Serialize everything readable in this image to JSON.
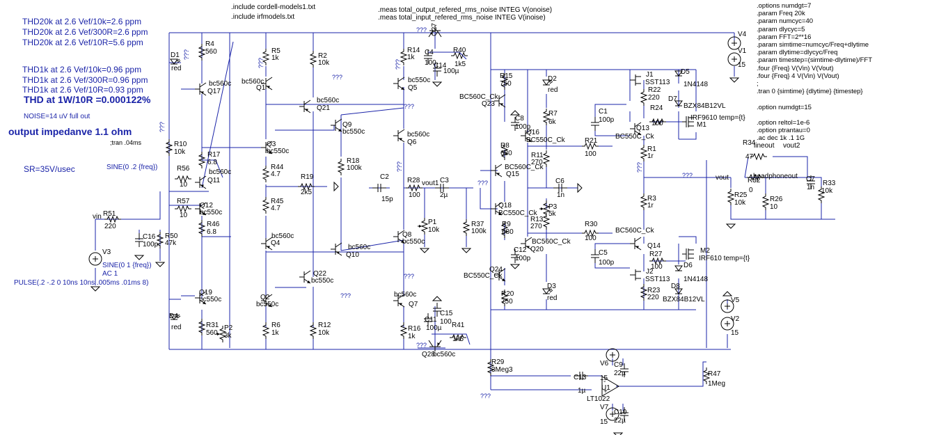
{
  "annotations": {
    "thd20k": [
      "THD20k at 2.6 Vef/10k=2.6 ppm",
      "THD20k at 2.6 Vef/300R=2.6 ppm",
      "THD20k at 2.6 Vef/10R=5.6 ppm"
    ],
    "thd1k": [
      "THD1k at 2.6 Vef/10k=0.96 ppm",
      "THD1k at 2.6 Vef/300R=0.96 ppm",
      "THD1k at 2.6 Vef/10R=0.93 ppm"
    ],
    "thd_main": "THD at 1W/10R =0.000122%",
    "noise": "NOISE=14 uV full out",
    "impedance": "output impedanve 1.1 ohm",
    "tran_comment": ";tran .04ms",
    "slew": "SR=35V/usec",
    "sine_small": "SINE(0 .2 {freq})",
    "v3_sine": "SINE(0 1 {freq})",
    "v3_ac": "AC 1",
    "v3_pulse": "PULSE(.2 -.2 0 10ns 10ns .005ms .01ms 8)"
  },
  "directives": {
    "include1": ".include cordell-models1.txt",
    "include2": ".include irfmodels.txt",
    "meas1": ".meas total_output_refered_rms_noise INTEG V(onoise)",
    "meas2": ".meas total_input_refered_rms_noise INTEG V(inoise)",
    "options": [
      ".options numdgt=7",
      ".param Freq 20k",
      ".param numcyc=40",
      ".param dlycyc=5",
      ".param FFT=2**16",
      ".param simtime=numcyc/Freq+dlytime",
      ".param dlytime=dlycyc/Freq",
      ".param timestep=(simtime-dlytime)/FFT",
      ".four {Freq} V(Vin) V(Vout)",
      ".four {Freq} 4 V(Vin) V(Vout)",
      ";",
      ".tran 0 {simtime} {dlytime} {timestep}",
      "",
      ".option numdgt=15",
      "",
      ".option reltol=1e-6",
      ".option ptrantau=0",
      ".ac dec 1k .1 1G"
    ]
  },
  "labels": [
    [
      "R4",
      "560"
    ],
    [
      "D1",
      "red"
    ],
    [
      "Q17",
      "bc560c"
    ],
    [
      "R10",
      "10k"
    ],
    [
      "R17",
      "6.8"
    ],
    [
      "Q11",
      "bc560c"
    ],
    [
      "R56",
      "10"
    ],
    [
      "R57",
      "10"
    ],
    [
      "Q12",
      "bc550c"
    ],
    [
      "R46",
      "6.8"
    ],
    [
      "R51",
      "220"
    ],
    [
      "vin",
      ""
    ],
    [
      "C16",
      "100p"
    ],
    [
      "R50",
      "47k"
    ],
    [
      "V3",
      ""
    ],
    [
      "Q19",
      "bc550c"
    ],
    [
      "D4",
      "red"
    ],
    [
      "R31",
      "560"
    ],
    [
      "P2",
      "3k"
    ],
    [
      "R5",
      "1k"
    ],
    [
      "Q1",
      "bc560c"
    ],
    [
      "R2",
      "10k"
    ],
    [
      "Q21",
      "bc560c"
    ],
    [
      "Q3",
      "bc550c"
    ],
    [
      "R44",
      "4.7"
    ],
    [
      "R45",
      "4.7"
    ],
    [
      "Q4",
      "bc560c"
    ],
    [
      "R19",
      "2k5"
    ],
    [
      "Q9",
      "bc550c"
    ],
    [
      "R18",
      "100k"
    ],
    [
      "Q10",
      "bc560c"
    ],
    [
      "Q22",
      "bc550c"
    ],
    [
      "Q2",
      "bc550c"
    ],
    [
      "R6",
      "1k"
    ],
    [
      "R12",
      "10k"
    ],
    [
      "R14",
      "1k"
    ],
    [
      "Q5",
      "bc550c"
    ],
    [
      "Q6",
      "bc560c"
    ],
    [
      "C2",
      "15p"
    ],
    [
      "R28",
      "100"
    ],
    [
      "Q8",
      "bc550c"
    ],
    [
      "Q7",
      "bc560c"
    ],
    [
      "R16",
      "1k"
    ],
    [
      "Q27",
      "bc560c"
    ],
    [
      "C4",
      "100"
    ],
    [
      "C14",
      "100µ"
    ],
    [
      "R40",
      "1k5"
    ],
    [
      "Q28",
      "bc560c"
    ],
    [
      "C11",
      "100µ"
    ],
    [
      "C15",
      "100"
    ],
    [
      "R41",
      "1k5"
    ],
    [
      "C3",
      "2µ"
    ],
    [
      "vout1",
      ""
    ],
    [
      "P1",
      "10k"
    ],
    [
      "R37",
      "100k"
    ],
    [
      "R15",
      "750"
    ],
    [
      "Q23",
      "BC560C_Ck"
    ],
    [
      "C8",
      "100p"
    ],
    [
      "Q16",
      "BC550C_Ck"
    ],
    [
      "R8",
      "680"
    ],
    [
      "Q15",
      "BC560C_Ck"
    ],
    [
      "Q18",
      "BC550C_Ck"
    ],
    [
      "R9",
      "680"
    ],
    [
      "C12",
      "100p"
    ],
    [
      "Q20",
      "BC560C_Ck"
    ],
    [
      "Q24",
      "BC550C_Ck"
    ],
    [
      "R20",
      "750"
    ],
    [
      "D2",
      "red"
    ],
    [
      "R7",
      "6k"
    ],
    [
      "R11",
      "270"
    ],
    [
      "C6",
      "1n"
    ],
    [
      "P3",
      "5k"
    ],
    [
      "R13",
      "270"
    ],
    [
      "D3",
      "red"
    ],
    [
      "R21",
      "100"
    ],
    [
      "R30",
      "100"
    ],
    [
      "J1",
      "SST113"
    ],
    [
      "R22",
      "220"
    ],
    [
      "C1",
      "100p"
    ],
    [
      "R24",
      "100"
    ],
    [
      "Q13",
      "BC550C_Ck"
    ],
    [
      "D5",
      "1N4148"
    ],
    [
      "D7",
      "BZX84B12VL"
    ],
    [
      "M1",
      "IRF9610 temp={t}"
    ],
    [
      "R1",
      "1r"
    ],
    [
      "R3",
      "1r"
    ],
    [
      "Q14",
      "BC560C_Ck"
    ],
    [
      "C5",
      "100p"
    ],
    [
      "R27",
      "100"
    ],
    [
      "J2",
      "SST113"
    ],
    [
      "R23",
      "220"
    ],
    [
      "D6",
      "1N4148"
    ],
    [
      "D8",
      "BZX84B12VL"
    ],
    [
      "M2",
      "IRF610 temp={t}"
    ],
    [
      "V4",
      ""
    ],
    [
      "V1",
      "15"
    ],
    [
      "V5",
      ""
    ],
    [
      "V2",
      "15"
    ],
    [
      "R34",
      "47"
    ],
    [
      "R32",
      "0"
    ],
    [
      "R25",
      "10k"
    ],
    [
      "R26",
      "10"
    ],
    [
      "C7",
      "1n"
    ],
    [
      "R33",
      "10k"
    ],
    [
      "vout",
      ""
    ],
    [
      "vout2",
      ""
    ],
    [
      "headphoneout",
      ""
    ],
    [
      "lineout",
      ""
    ],
    [
      "R29",
      "3Meg3"
    ],
    [
      "C13",
      "1µ"
    ],
    [
      "U1",
      "LT1022"
    ],
    [
      "V6",
      "15"
    ],
    [
      "C9",
      "22µ"
    ],
    [
      "V7",
      "15"
    ],
    [
      "C10",
      "22µ"
    ],
    [
      "R47",
      "1Meg"
    ]
  ],
  "colors": {
    "wire": "#1a23a8",
    "component": "#000000",
    "annotation": "#1a23a8"
  }
}
